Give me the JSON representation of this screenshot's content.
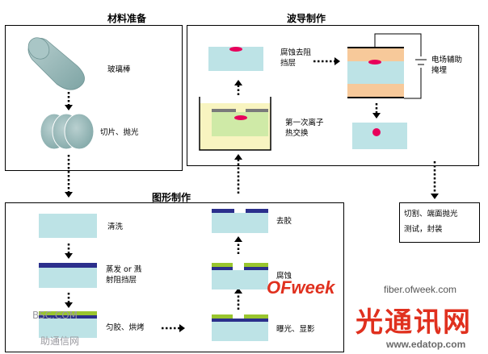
{
  "sections": {
    "material_prep": "材料准备",
    "waveguide": "波导制作",
    "pattern": "图形制作"
  },
  "labels": {
    "glass_rod": "玻璃棒",
    "slice_polish": "切片、抛光",
    "clean": "清洗",
    "evap_line1": "蒸发 or 溅",
    "evap_line2": "射阻挡层",
    "spin_bake": "匀胶、烘烤",
    "expose_develop": "曝光、显影",
    "etch": "腐蚀",
    "strip_resist": "去胶",
    "ion_ex_line1": "第一次离子",
    "ion_ex_line2": "热交换",
    "etch_remove_line1": "腐蚀去阻",
    "etch_remove_line2": "挡层",
    "field_assist_line1": "电场辅助",
    "field_assist_line2": "掩埋",
    "final_line1": "切割、端面抛光",
    "final_line2": "测试，封装"
  },
  "watermark": {
    "logo": "OFweek",
    "url": "fiber.ofweek.com",
    "big": "光通讯网",
    "site": "www.edatop.com",
    "left_line1": "BSC.COM",
    "left_line2": "助通信网"
  },
  "colors": {
    "substrate": "#bde3e6",
    "mask_layer": "#2b2f8c",
    "photoresist": "#99c52e",
    "waveguide_core": "#e8005b",
    "salt_bath": "#f8f4c0",
    "bath_inner": "#cfeaa7",
    "electrode_cover": "#f7c99a",
    "glass_rod": "#8fb3b3"
  }
}
